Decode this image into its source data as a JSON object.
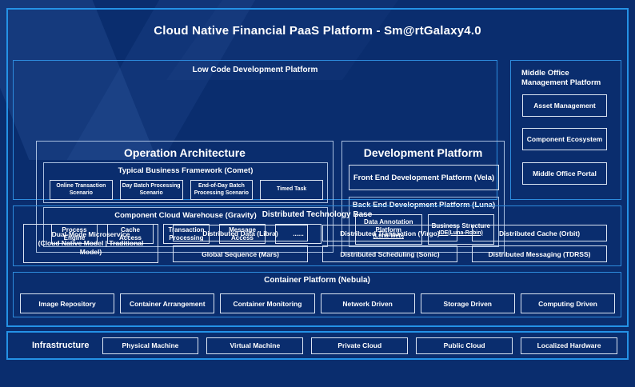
{
  "title": "Cloud Native Financial PaaS Platform - Sm@rtGalaxy4.0",
  "colors": {
    "background": "#0a2d6e",
    "frame_accent": "#2492e6",
    "section_border": "#2d8bdd",
    "box_border": "#dbe5f3",
    "text": "#ffffff"
  },
  "low_code": {
    "label": "Low Code Development Platform",
    "operation_architecture": {
      "title": "Operation Architecture",
      "typical_business": {
        "label": "Typical Business Framework (Comet)",
        "items": [
          "Online Transaction Scenario",
          "Day Batch Processing Scenario",
          "End-of-Day Batch Processing Scenario",
          "Timed Task"
        ]
      },
      "component_warehouse": {
        "label": "Component Cloud Warehouse (Gravity)",
        "items": [
          "Process Engine",
          "Cache Access",
          "Transaction Processing",
          "Message Access",
          "......"
        ]
      }
    },
    "development_platform": {
      "title": "Development Platform",
      "front_end": "Front End Development Platform (Vela)",
      "back_end": {
        "label": "Back End Development Platform (Luna)",
        "items": [
          {
            "title": "Data Annotation Platform",
            "sub": "(Luna-Web)"
          },
          {
            "title": "Business Structure",
            "sub": "IDE(Luna-Robin)"
          }
        ]
      }
    }
  },
  "middle_office": {
    "label": "Middle Office Management Platform",
    "items": [
      "Asset Management",
      "Component Ecosystem",
      "Middle Office Portal"
    ]
  },
  "distributed_base": {
    "label": "Distributed Technology Base",
    "dual_mode": {
      "name": "Dual-Mode Microservice",
      "detail": "(Cloud Native Model | Traditional Model)"
    },
    "cells": [
      [
        "Distributed Data (Libra)",
        "Distributed Transaction (Virgo)",
        "Distributed Cache (Orbit)"
      ],
      [
        "Global Sequence (Mars)",
        "Distributed Scheduling (Sonic)",
        "Distributed Messaging (TDRSS)"
      ]
    ]
  },
  "container_platform": {
    "label": "Container Platform (Nebula)",
    "items": [
      "Image Repository",
      "Container Arrangement",
      "Container Monitoring",
      "Network Driven",
      "Storage Driven",
      "Computing Driven"
    ]
  },
  "infrastructure": {
    "label": "Infrastructure",
    "items": [
      "Physical Machine",
      "Virtual Machine",
      "Private Cloud",
      "Public Cloud",
      "Localized Hardware"
    ]
  }
}
